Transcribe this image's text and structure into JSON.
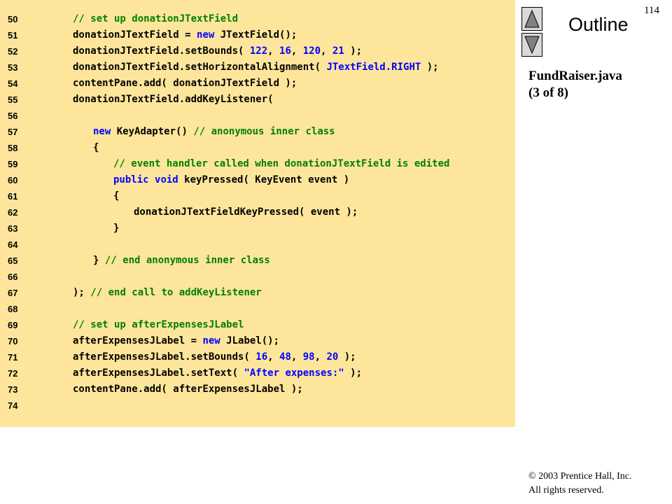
{
  "slide": {
    "page_number": "114",
    "outline_label": "Outline",
    "file_title_line1": "FundRaiser.java",
    "file_title_line2": "(3 of 8)",
    "copyright_line1": "© 2003 Prentice Hall, Inc.",
    "copyright_line2": "All rights reserved.",
    "nav_up_icon": "triangle-up-icon",
    "nav_down_icon": "triangle-down-icon"
  },
  "colors": {
    "code_background": "#fde69b",
    "comment": "#008000",
    "keyword": "#0000ff",
    "button_fill": "#d9d9d9"
  },
  "code_lines": [
    {
      "num": "50",
      "indent": 0,
      "tokens": [
        [
          "comment",
          "// set up donationJTextField"
        ]
      ]
    },
    {
      "num": "51",
      "indent": 0,
      "tokens": [
        [
          "plain",
          "donationJTextField = "
        ],
        [
          "keyword",
          "new"
        ],
        [
          "plain",
          " JTextField();"
        ]
      ]
    },
    {
      "num": "52",
      "indent": 0,
      "tokens": [
        [
          "plain",
          "donationJTextField.setBounds( "
        ],
        [
          "number",
          "122"
        ],
        [
          "plain",
          ", "
        ],
        [
          "number",
          "16"
        ],
        [
          "plain",
          ", "
        ],
        [
          "number",
          "120"
        ],
        [
          "plain",
          ", "
        ],
        [
          "number",
          "21"
        ],
        [
          "plain",
          " );"
        ]
      ]
    },
    {
      "num": "53",
      "indent": 0,
      "tokens": [
        [
          "plain",
          "donationJTextField.setHorizontalAlignment( "
        ],
        [
          "const",
          "JTextField.RIGHT"
        ],
        [
          "plain",
          " );"
        ]
      ]
    },
    {
      "num": "54",
      "indent": 0,
      "tokens": [
        [
          "plain",
          "contentPane.add( donationJTextField );"
        ]
      ]
    },
    {
      "num": "55",
      "indent": 0,
      "tokens": [
        [
          "plain",
          "donationJTextField.addKeyListener("
        ]
      ]
    },
    {
      "num": "56",
      "indent": 0,
      "tokens": []
    },
    {
      "num": "57",
      "indent": 1,
      "tokens": [
        [
          "keyword",
          "new"
        ],
        [
          "plain",
          " KeyAdapter() "
        ],
        [
          "comment",
          "// anonymous inner class"
        ]
      ]
    },
    {
      "num": "58",
      "indent": 1,
      "tokens": [
        [
          "plain",
          "{"
        ]
      ]
    },
    {
      "num": "59",
      "indent": 2,
      "tokens": [
        [
          "comment",
          "// event handler called when donationJTextField is edited"
        ]
      ]
    },
    {
      "num": "60",
      "indent": 2,
      "tokens": [
        [
          "keyword",
          "public"
        ],
        [
          "plain",
          " "
        ],
        [
          "keyword",
          "void"
        ],
        [
          "plain",
          " keyPressed( KeyEvent event )"
        ]
      ]
    },
    {
      "num": "61",
      "indent": 2,
      "tokens": [
        [
          "plain",
          "{"
        ]
      ]
    },
    {
      "num": "62",
      "indent": 3,
      "tokens": [
        [
          "plain",
          "donationJTextFieldKeyPressed( event );"
        ]
      ]
    },
    {
      "num": "63",
      "indent": 2,
      "tokens": [
        [
          "plain",
          "}"
        ]
      ]
    },
    {
      "num": "64",
      "indent": 0,
      "tokens": []
    },
    {
      "num": "65",
      "indent": 1,
      "tokens": [
        [
          "plain",
          "} "
        ],
        [
          "comment",
          "// end anonymous inner class"
        ]
      ]
    },
    {
      "num": "66",
      "indent": 0,
      "tokens": []
    },
    {
      "num": "67",
      "indent": 0,
      "tokens": [
        [
          "plain",
          "); "
        ],
        [
          "comment",
          "// end call to addKeyListener"
        ]
      ]
    },
    {
      "num": "68",
      "indent": 0,
      "tokens": []
    },
    {
      "num": "69",
      "indent": 0,
      "tokens": [
        [
          "comment",
          "// set up afterExpensesJLabel"
        ]
      ]
    },
    {
      "num": "70",
      "indent": 0,
      "tokens": [
        [
          "plain",
          "afterExpensesJLabel = "
        ],
        [
          "keyword",
          "new"
        ],
        [
          "plain",
          " JLabel();"
        ]
      ]
    },
    {
      "num": "71",
      "indent": 0,
      "tokens": [
        [
          "plain",
          "afterExpensesJLabel.setBounds( "
        ],
        [
          "number",
          "16"
        ],
        [
          "plain",
          ", "
        ],
        [
          "number",
          "48"
        ],
        [
          "plain",
          ", "
        ],
        [
          "number",
          "98"
        ],
        [
          "plain",
          ", "
        ],
        [
          "number",
          "20"
        ],
        [
          "plain",
          " );"
        ]
      ]
    },
    {
      "num": "72",
      "indent": 0,
      "tokens": [
        [
          "plain",
          "afterExpensesJLabel.setText( "
        ],
        [
          "string",
          "\"After expenses:\""
        ],
        [
          "plain",
          " );"
        ]
      ]
    },
    {
      "num": "73",
      "indent": 0,
      "tokens": [
        [
          "plain",
          "contentPane.add( afterExpensesJLabel );"
        ]
      ]
    },
    {
      "num": "74",
      "indent": 0,
      "tokens": []
    }
  ]
}
